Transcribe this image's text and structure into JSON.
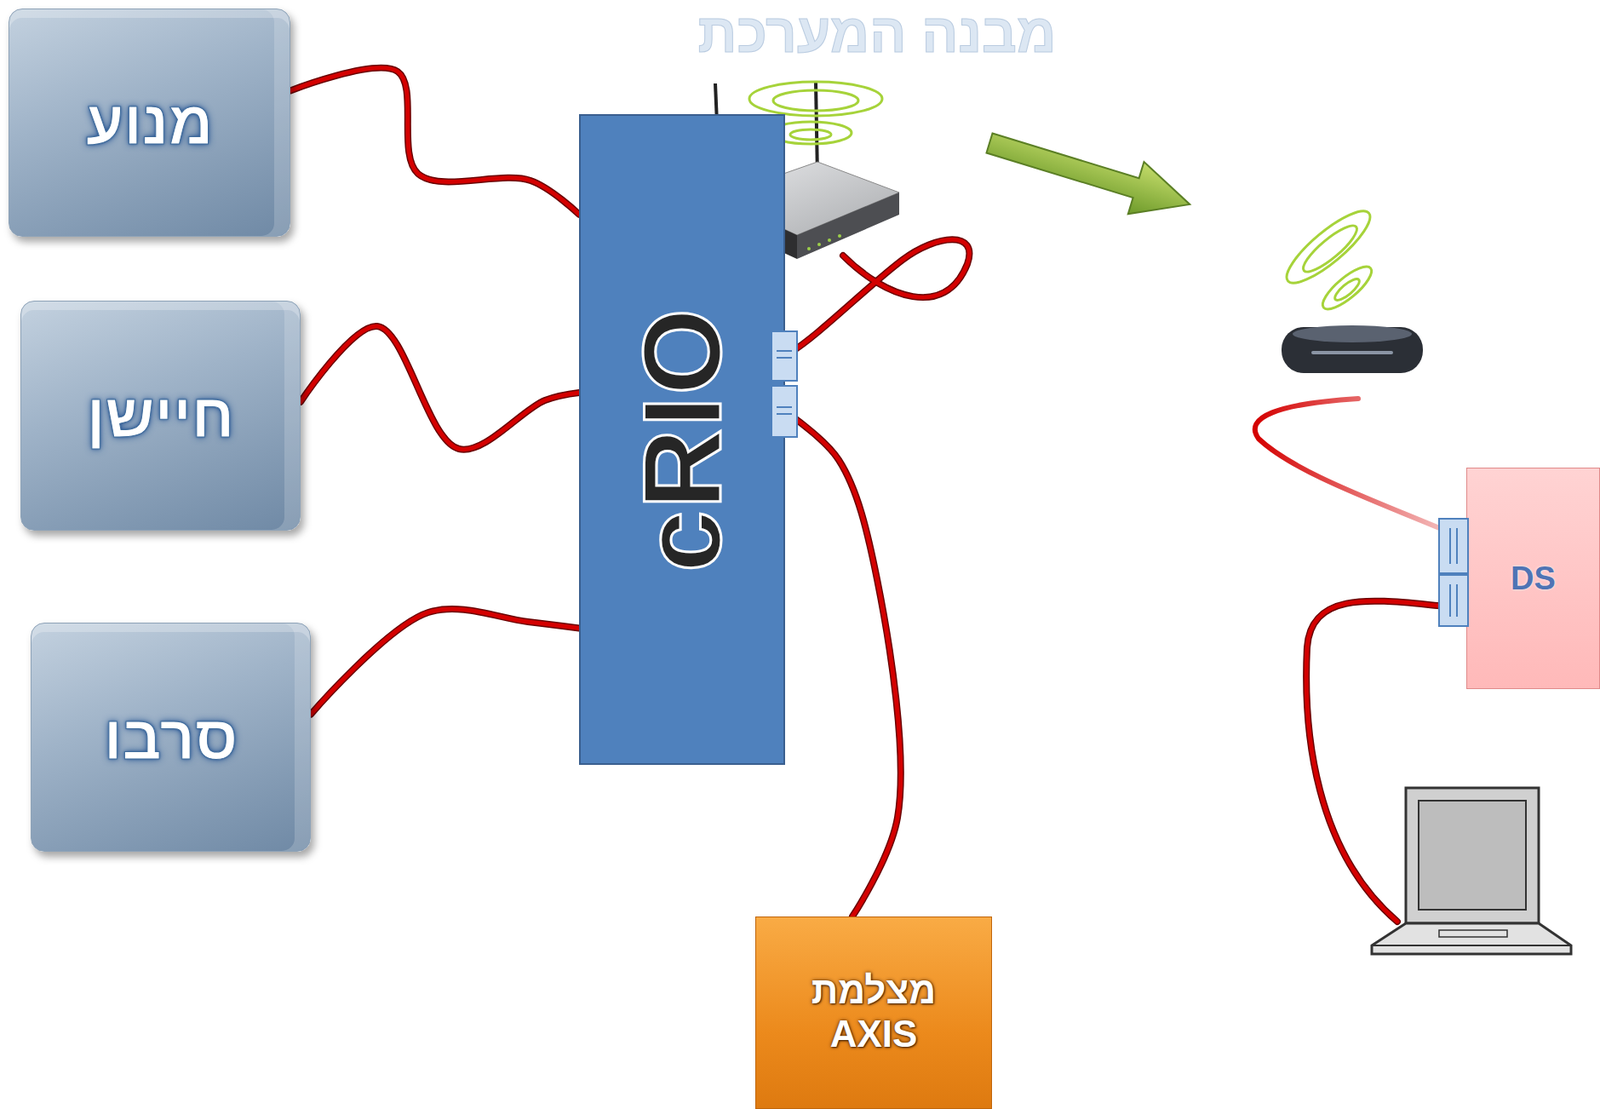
{
  "diagram": {
    "title": "מבנה המערכת",
    "nodes": [
      {
        "text": [
          "מנוע"
        ]
      },
      {
        "text": [
          "חיישן"
        ]
      },
      {
        "text": [
          "סרבו"
        ]
      },
      {
        "text": [
          "cRIO"
        ]
      },
      {
        "text": [
          "מצלמת AXIS"
        ]
      },
      {
        "text": [
          "DS"
        ]
      }
    ],
    "edges": [
      {
        "from": 0,
        "to": 3,
        "arrow": "none"
      },
      {
        "from": 1,
        "to": 3,
        "arrow": "none"
      },
      {
        "from": 2,
        "to": 3,
        "arrow": "none"
      },
      {
        "from": 3,
        "to": 4,
        "arrow": "none"
      }
    ]
  }
}
